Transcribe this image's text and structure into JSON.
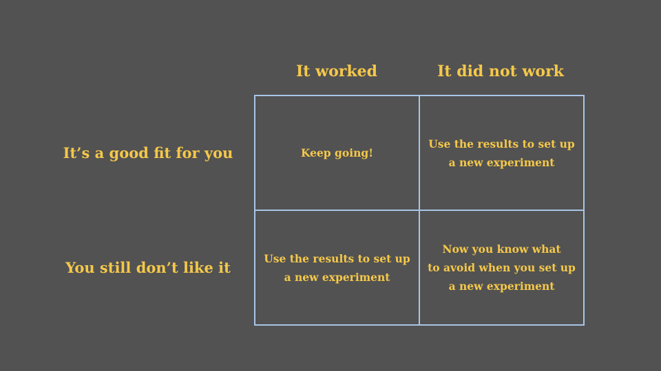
{
  "columns": {
    "worked": "It worked",
    "not_worked": "It did not work"
  },
  "rows": {
    "good_fit": "It’s a good fit for you",
    "dont_like": "You still don’t like it"
  },
  "cells": {
    "good_fit_worked": "Keep going!",
    "good_fit_not_worked": "Use the results to set up\na new experiment",
    "dont_like_worked": "Use the results to set up\na new experiment",
    "dont_like_not_worked": "Now you know what\nto avoid when you set up\na new experiment"
  },
  "colors": {
    "background": "#525252",
    "text": "#f5c84a",
    "grid_border": "#a9c6e8"
  }
}
